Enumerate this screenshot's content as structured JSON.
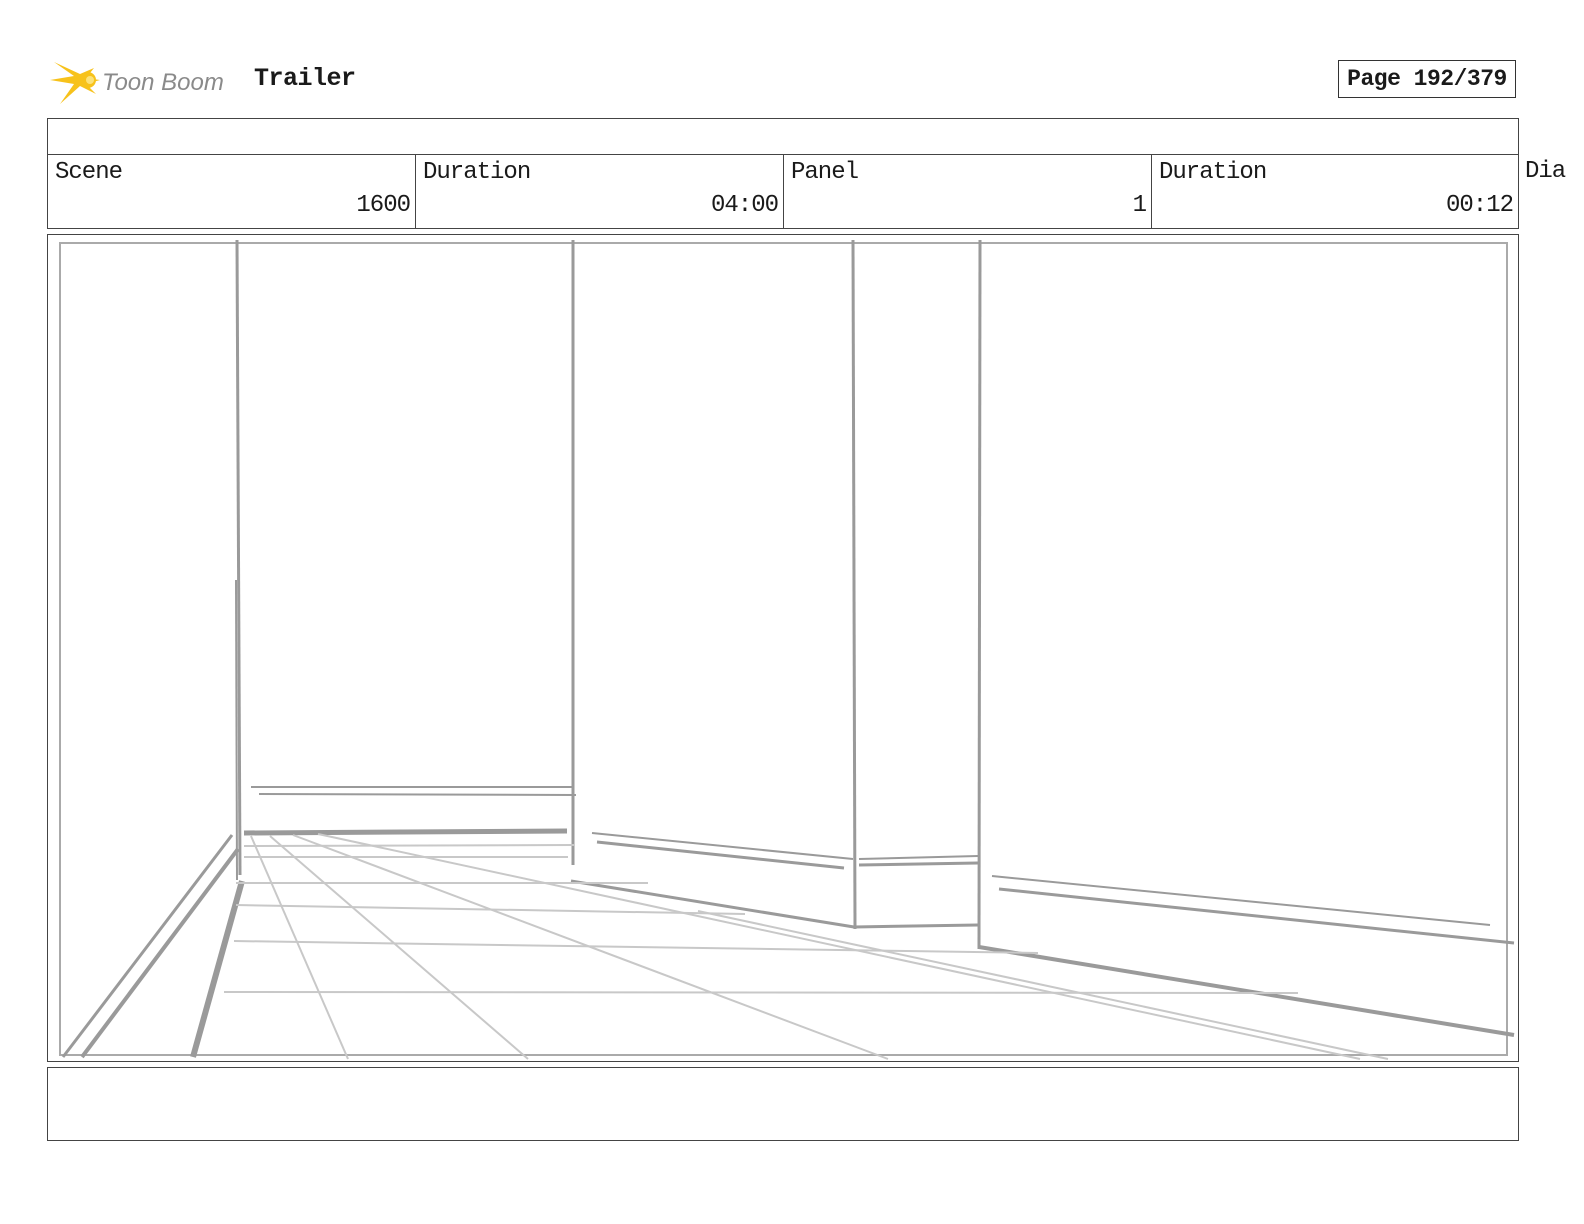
{
  "header": {
    "logo_text": "Toon Boom",
    "project_title": "Trailer",
    "page_label": "Page 192/379"
  },
  "colors": {
    "logo_star": "#f7c21b",
    "logo_text": "#8a8a8a",
    "sketch_dark": "#9a9a9a",
    "sketch_light": "#c8c8c8"
  },
  "info": {
    "scene_label": "Scene",
    "scene_value": "1600",
    "scene_duration_label": "Duration",
    "scene_duration_value": "04:00",
    "panel_label": "Panel",
    "panel_value": "1",
    "panel_duration_label": "Duration",
    "panel_duration_value": "00:12",
    "dialog_label_partial": "Dia"
  },
  "panel": {
    "image_description_icon": "storyboard-sketch-corridor"
  },
  "notes": {
    "text": ""
  }
}
